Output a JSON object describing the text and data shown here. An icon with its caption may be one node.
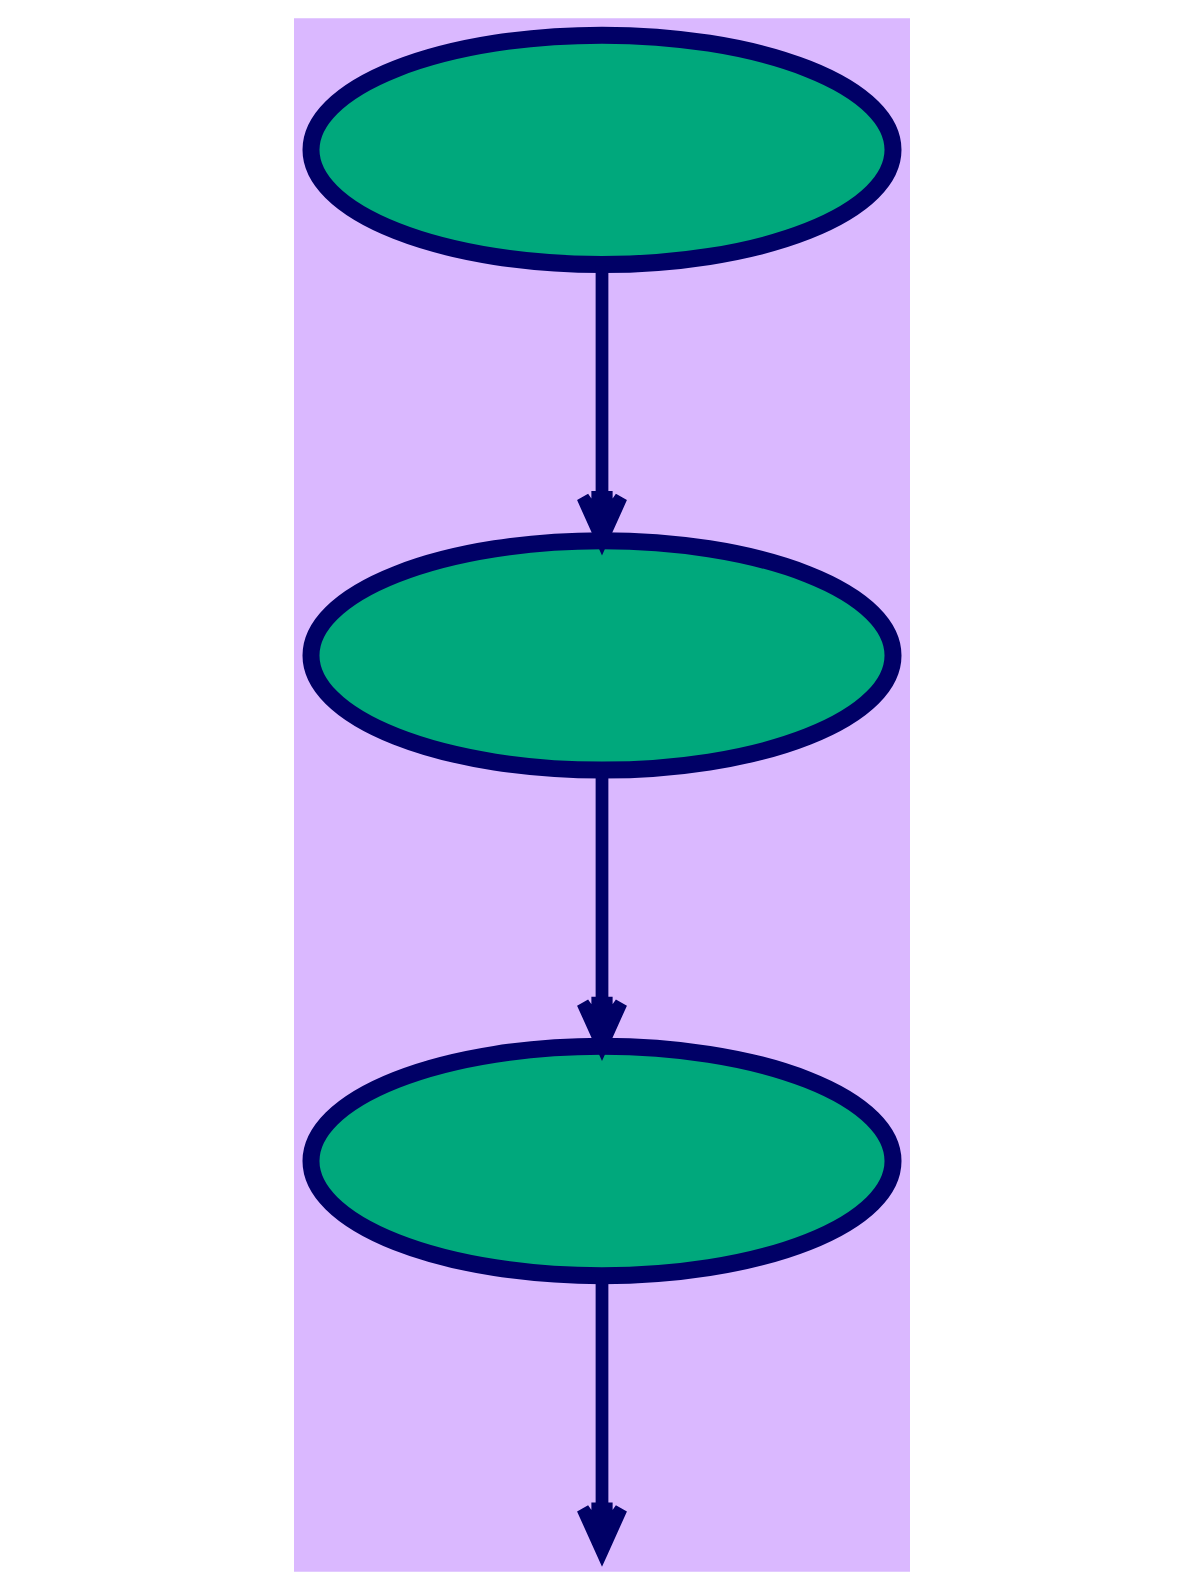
{
  "diagram": {
    "nodes": [
      {
        "text": [],
        "shape": "ellipse"
      },
      {
        "text": [],
        "shape": "ellipse"
      },
      {
        "text": [],
        "shape": "ellipse"
      }
    ],
    "edges": [
      {
        "from": 0,
        "to": 1,
        "arrow": "to"
      },
      {
        "from": 1,
        "to": 2,
        "arrow": "to"
      },
      {
        "from": 2,
        "to": null,
        "arrow": "to"
      }
    ]
  }
}
